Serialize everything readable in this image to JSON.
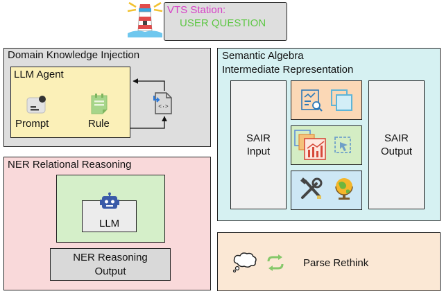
{
  "header": {
    "station_label": "VTS Station:",
    "question_label": "USER QUESTION"
  },
  "domain_panel": {
    "title": "Domain Knowledge Injection",
    "agent": {
      "title": "LLM Agent",
      "prompt_label": "Prompt",
      "rule_label": "Rule"
    }
  },
  "ner_panel": {
    "title": "NER Relational Reasoning",
    "llm_label": "LLM",
    "output_line1": "NER Reasoning",
    "output_line2": "Output"
  },
  "sair_panel": {
    "title_line1": "Semantic Algebra",
    "title_line2": "Intermediate Representation",
    "input_line1": "SAIR",
    "input_line2": "Input",
    "output_line1": "SAIR",
    "output_line2": "Output"
  },
  "parse_panel": {
    "label": "Parse Rethink"
  },
  "colors": {
    "domain_bg": "#dedede",
    "agent_bg": "#fbf0b8",
    "ner_bg": "#f9d9da",
    "llm_box_bg": "#d5efc9",
    "sair_bg": "#d6f1f2",
    "sair_orange": "#fbd8b6",
    "sair_green": "#d4edc4",
    "sair_blue": "#cde7f5",
    "parse_bg": "#fbe8d5",
    "station_text": "#d63fc6",
    "question_text": "#5fc746"
  }
}
